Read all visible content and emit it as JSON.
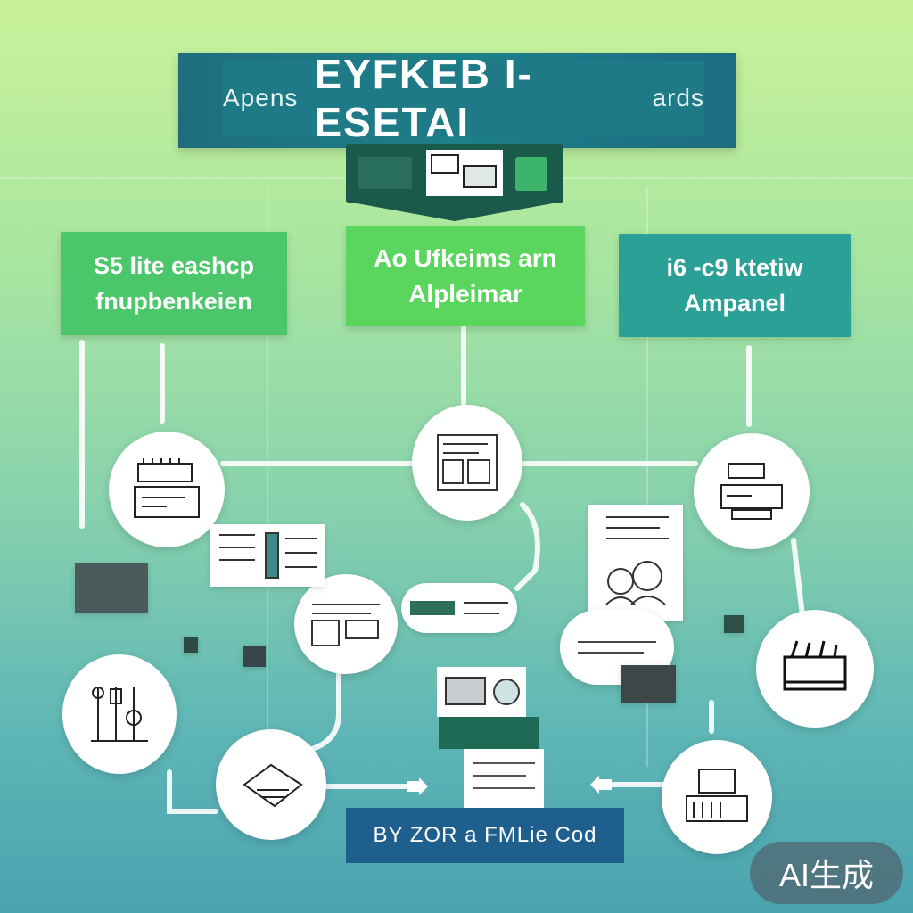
{
  "banner": {
    "left_text": "Apens",
    "title": "EYFKEB I-ESETAI",
    "right_text": "ards"
  },
  "boxes": {
    "left": {
      "line1": "S5 lite eashcp",
      "line2": "fnupbenkeien"
    },
    "center": {
      "line1": "Ao Ufkeims arn",
      "line2": "Alpleimar"
    },
    "right": {
      "line1": "i6 -c9 ktetiw",
      "line2": "Ampanel"
    }
  },
  "footer": {
    "text": "BY ZOR a FMLie Cod"
  },
  "watermark": {
    "text": "AI生成"
  },
  "colors": {
    "banner": "#1e7a86",
    "box_green": "#4cc66a",
    "box_teal": "#2aa096",
    "footer": "#1f5f8e"
  }
}
